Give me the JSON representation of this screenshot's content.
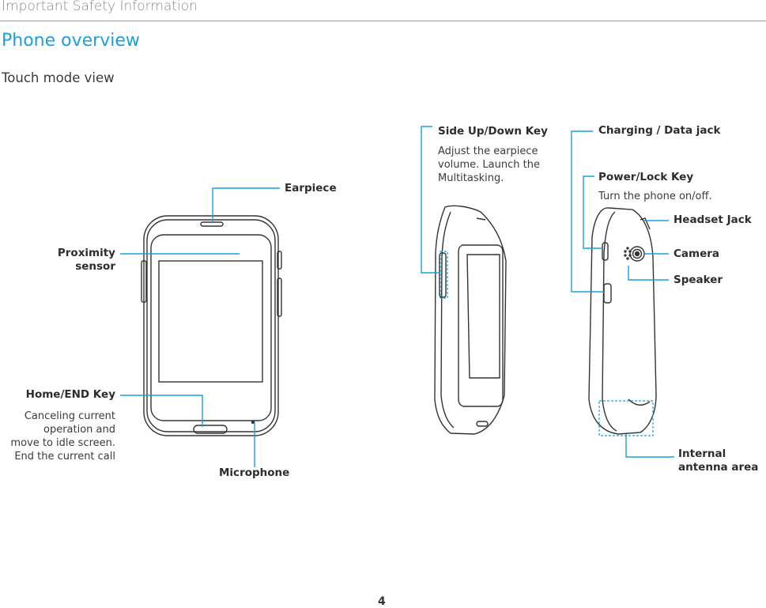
{
  "header": {
    "section": "Important Safety Information"
  },
  "page": {
    "title": "Phone overview",
    "subtitle": "Touch mode view",
    "number": "4"
  },
  "front_labels": {
    "earpiece": "Earpiece",
    "proximity_line1": "Proximity",
    "proximity_line2": "sensor",
    "home_key": "Home/END Key",
    "home_desc": [
      "Canceling current",
      "operation and",
      "move to idle screen.",
      "End the current call"
    ],
    "microphone": "Microphone"
  },
  "side_labels": {
    "side_key": "Side Up/Down Key",
    "side_desc": [
      "Adjust the earpiece",
      "volume. Launch the",
      "Multitasking."
    ]
  },
  "back_labels": {
    "charging": "Charging / Data jack",
    "power_key": "Power/Lock Key",
    "power_desc": "Turn the phone on/off.",
    "headset": "Headset Jack",
    "camera": "Camera",
    "speaker": "Speaker",
    "antenna_line1": "Internal",
    "antenna_line2": "antenna area"
  },
  "colors": {
    "accent": "#1aa0dc",
    "outline": "#333333"
  }
}
